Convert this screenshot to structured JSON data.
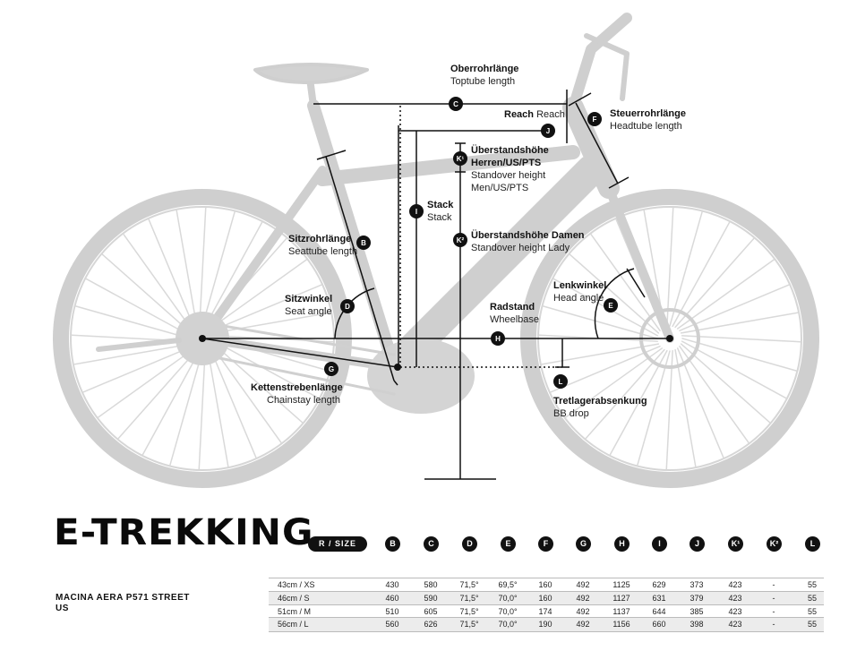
{
  "title": "E-TREKKING",
  "size_header": "R / SIZE",
  "model": {
    "line1": "MACINA AERA P571 STREET",
    "line2": "US"
  },
  "columns": [
    "B",
    "C",
    "D",
    "E",
    "F",
    "G",
    "H",
    "I",
    "J",
    "K¹",
    "K²",
    "L"
  ],
  "rows": [
    {
      "size": "43cm / XS",
      "values": [
        "430",
        "580",
        "71,5°",
        "69,5°",
        "160",
        "492",
        "1125",
        "629",
        "373",
        "423",
        "-",
        "55"
      ]
    },
    {
      "size": "46cm / S",
      "values": [
        "460",
        "590",
        "71,5°",
        "70,0°",
        "160",
        "492",
        "1127",
        "631",
        "379",
        "423",
        "-",
        "55"
      ]
    },
    {
      "size": "51cm / M",
      "values": [
        "510",
        "605",
        "71,5°",
        "70,0°",
        "174",
        "492",
        "1137",
        "644",
        "385",
        "423",
        "-",
        "55"
      ]
    },
    {
      "size": "56cm / L",
      "values": [
        "560",
        "626",
        "71,5°",
        "70,0°",
        "190",
        "492",
        "1156",
        "660",
        "398",
        "423",
        "-",
        "55"
      ]
    }
  ],
  "labels": {
    "C": {
      "de": "Oberrohrlänge",
      "en": "Toptube length"
    },
    "J": {
      "de": "Reach",
      "en": "Reach"
    },
    "F": {
      "de": "Steuerrohrlänge",
      "en": "Headtube length"
    },
    "K1": {
      "de": "Überstandshöhe",
      "de2": "Herren/US/PTS",
      "en": "Standover height",
      "en2": "Men/US/PTS"
    },
    "I": {
      "de": "Stack",
      "en": "Stack"
    },
    "K2": {
      "de": "Überstandshöhe Damen",
      "en": "Standover height Lady"
    },
    "B": {
      "de": "Sitzrohrlänge",
      "en": "Seattube length"
    },
    "E": {
      "de": "Lenkwinkel",
      "en": "Head angle"
    },
    "D": {
      "de": "Sitzwinkel",
      "en": "Seat angle"
    },
    "H": {
      "de": "Radstand",
      "en": "Wheelbase"
    },
    "G": {
      "de": "Kettenstrebenlänge",
      "en": "Chainstay length"
    },
    "L": {
      "de": "Tretlagerabsenkung",
      "en": "BB drop"
    }
  },
  "markers": {
    "B": "B",
    "C": "C",
    "D": "D",
    "E": "E",
    "F": "F",
    "G": "G",
    "H": "H",
    "I": "I",
    "J": "J",
    "K1": "K¹",
    "K2": "K²",
    "L": "L"
  }
}
